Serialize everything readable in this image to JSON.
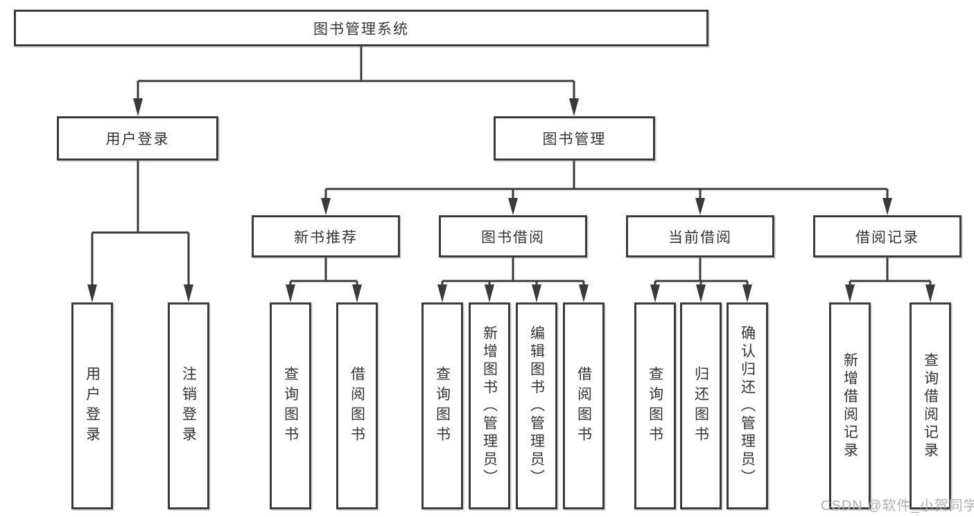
{
  "diagram": {
    "title": "图书管理系统"
  },
  "watermark": {
    "text": "CSDN @软件_小贺同学",
    "color": "#b0b0b0"
  },
  "colors": {
    "line": "#3a3a3a",
    "box_border": "#3a3a3a",
    "text": "#333333",
    "background": "#ffffff"
  },
  "tree": {
    "root": {
      "label": "图书管理系统"
    },
    "level2": [
      {
        "label": "用户登录"
      },
      {
        "label": "图书管理"
      }
    ],
    "level3": [
      {
        "label": "新书推荐",
        "parent": "图书管理"
      },
      {
        "label": "图书借阅",
        "parent": "图书管理"
      },
      {
        "label": "当前借阅",
        "parent": "图书管理"
      },
      {
        "label": "借阅记录",
        "parent": "图书管理"
      }
    ],
    "leaves": [
      {
        "label": "用户登录",
        "parent": "用户登录"
      },
      {
        "label": "注销登录",
        "parent": "用户登录"
      },
      {
        "label": "查询图书",
        "parent": "新书推荐"
      },
      {
        "label": "借阅图书",
        "parent": "新书推荐"
      },
      {
        "label": "查询图书",
        "parent": "图书借阅"
      },
      {
        "label": "新增图书（管理员）",
        "parent": "图书借阅"
      },
      {
        "label": "编辑图书（管理员）",
        "parent": "图书借阅"
      },
      {
        "label": "借阅图书",
        "parent": "图书借阅"
      },
      {
        "label": "查询图书",
        "parent": "当前借阅"
      },
      {
        "label": "归还图书",
        "parent": "当前借阅"
      },
      {
        "label": "确认归还（管理员）",
        "parent": "当前借阅"
      },
      {
        "label": "新增借阅记录",
        "parent": "借阅记录"
      },
      {
        "label": "查询借阅记录",
        "parent": "借阅记录"
      }
    ]
  }
}
